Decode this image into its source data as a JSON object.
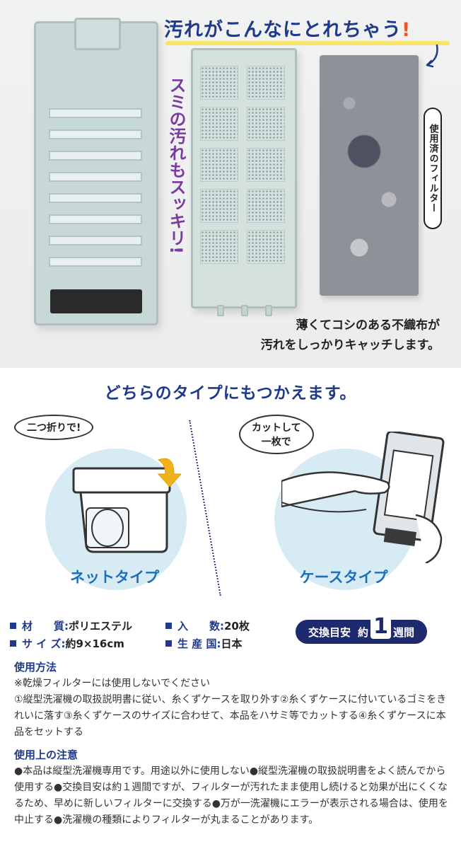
{
  "headline": {
    "text": "汚れがこんなにとれちゃう",
    "exclamation": "!"
  },
  "sumi_text": "スミの汚れもスッキリ!",
  "used_filter_label": "使用済のフィルター",
  "photo_caption": {
    "line1": "薄くてコシのある不織布が",
    "line2": "汚れをしっかりキャッチします。"
  },
  "types": {
    "title": "どちらのタイプにもつかえます。",
    "net": {
      "bubble": "二つ折りで!",
      "label": "ネットタイプ"
    },
    "case": {
      "bubble_line1": "カットして",
      "bubble_line2": "一枚で",
      "label": "ケースタイプ"
    }
  },
  "specs": {
    "material_key": "材　　質:",
    "material_val": "ポリエステル",
    "count_key": "入　　数:",
    "count_val": "20枚",
    "size_key": "サ イ ズ:",
    "size_val": "約9×16cm",
    "origin_key": "生 産 国:",
    "origin_val": "日本"
  },
  "exchange": {
    "prefix": "交換目安",
    "approx": "約",
    "number": "1",
    "unit": "週間"
  },
  "usage": {
    "title": "使用方法",
    "text": "※乾燥フィルターには使用しないでください\n①縦型洗濯機の取扱説明書に従い、糸くずケースを取り外す②糸くずケースに付いているゴミをきれいに落す③糸くずケースのサイズに合わせて、本品をハサミ等でカットする④糸くずケースに本品をセットする"
  },
  "caution": {
    "title": "使用上の注意",
    "text": "●本品は縦型洗濯機専用です。用途以外に使用しない●縦型洗濯機の取扱説明書をよく読んでから使用する●交換目安は約１週間ですが、フィルターが汚れたまま使用し続けると効果が出にくくなるため、早めに新しいフィルターに交換する●万が一洗濯機にエラーが表示される場合は、使用を中止する●洗濯機の種類によりフィルターが丸まることがあります。"
  },
  "colors": {
    "navy": "#1f3a8a",
    "accent_orange": "#e8562a",
    "highlight_yellow": "#f7e46a",
    "circle_blue": "#d7ebf5",
    "label_blue": "#1f6fb8"
  }
}
